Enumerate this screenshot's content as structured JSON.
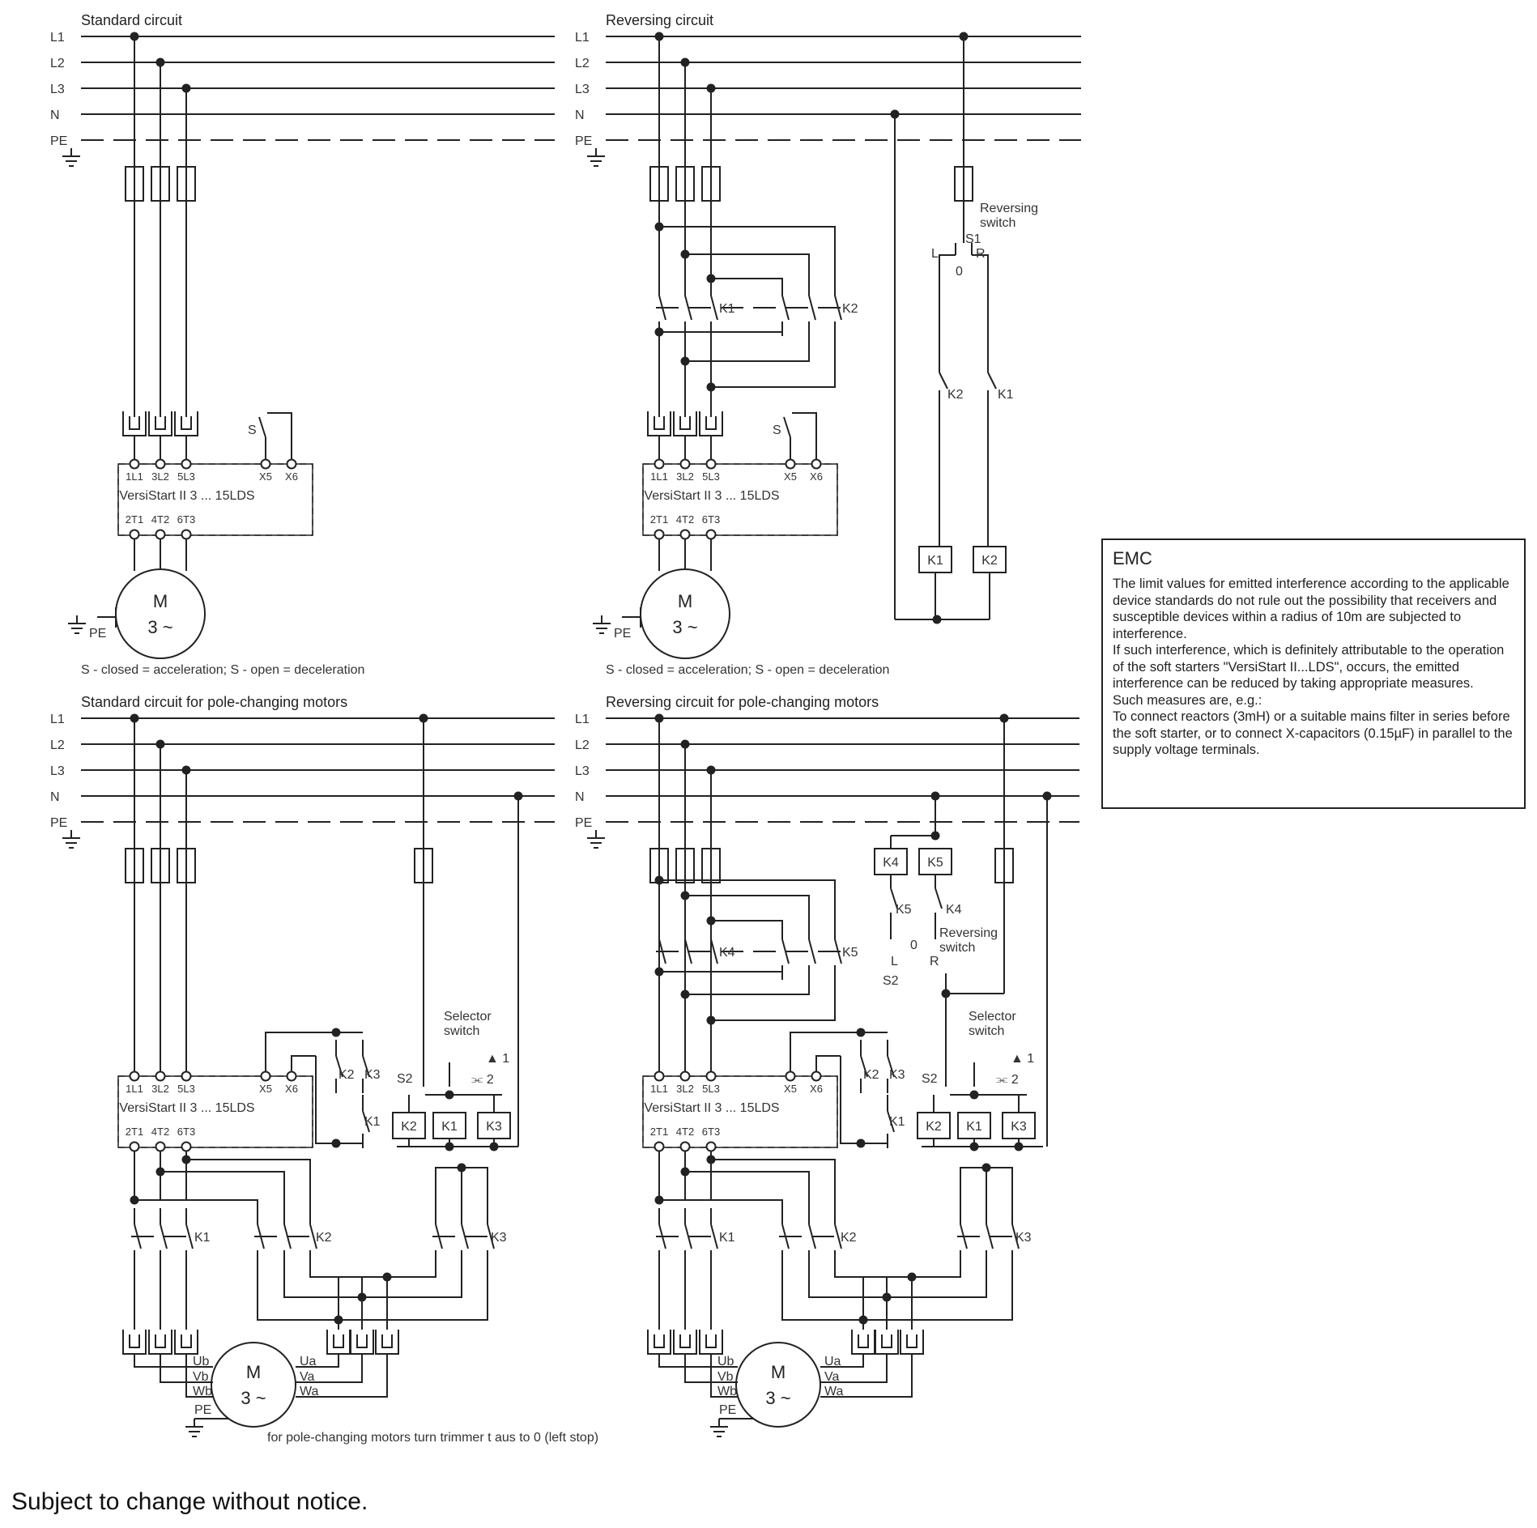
{
  "diagrams": {
    "standard": {
      "title": "Standard circuit",
      "note": "S - closed = acceleration; S - open = deceleration",
      "device": "VersiStart II 3 ... 15LDS",
      "switch": "S"
    },
    "reversing": {
      "title": "Reversing circuit",
      "note": "S - closed = acceleration; S - open = deceleration",
      "device": "VersiStart II 3 ... 15LDS",
      "switch": "S",
      "reversing_switch_label": "Reversing\nswitch",
      "s1": "S1",
      "L": "L",
      "R": "R",
      "zero": "0"
    },
    "standard_pole": {
      "title": "Standard circuit for pole-changing motors",
      "device": "VersiStart II 3 ... 15LDS",
      "selector_label": "Selector\nswitch",
      "s2": "S2"
    },
    "reversing_pole": {
      "title": "Reversing circuit for pole-changing motors",
      "device": "VersiStart II 3 ... 15LDS",
      "selector_label": "Selector\nswitch",
      "reversing_switch_label": "Reversing\nswitch",
      "s2": "S2"
    },
    "pole_note": "for pole-changing motors turn trimmer t aus to 0 (left stop)"
  },
  "bus_labels": [
    "L1",
    "L2",
    "L3",
    "N",
    "PE"
  ],
  "input_terminals": [
    "1L1",
    "3L2",
    "5L3",
    "X5",
    "X6"
  ],
  "output_terminals": [
    "2T1",
    "4T2",
    "6T3"
  ],
  "motor": {
    "symbol": "M",
    "phase": "3 ~",
    "pe": "PE"
  },
  "pole_motor_terms": [
    "Ub",
    "Vb",
    "Wb",
    "Ua",
    "Va",
    "Wa",
    "PE"
  ],
  "contactors": [
    "K1",
    "K2",
    "K3",
    "K4",
    "K5"
  ],
  "selector_pos": [
    "1",
    "2"
  ],
  "emc": {
    "title": "EMC",
    "text": "The limit values for emitted interference according to the applicable device standards do not rule out the possibility that receivers and susceptible devices within a radius of 10m are subjected to interference.\nIf such interference, which is definitely attributable to the operation of the soft starters \"VersiStart II...LDS\", occurs, the emitted interference can be reduced by taking appropriate measures.\nSuch measures are, e.g.:\nTo connect reactors (3mH) or a suitable mains filter in series before the soft starter, or to connect X-capacitors (0.15µF) in parallel to the supply voltage terminals."
  },
  "footer": "Subject to change without notice."
}
